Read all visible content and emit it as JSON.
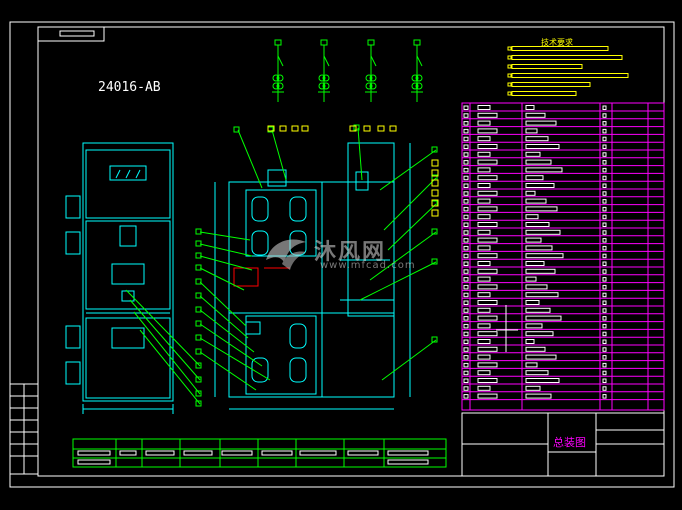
{
  "drawing": {
    "model_label": "24016-AB",
    "title_block_name": "总装图",
    "notes_heading": "技术要求",
    "background": "#000000",
    "colors": {
      "frame": "#ffffff",
      "geometry": "#00ffff",
      "leaders": "#00ff00",
      "table": "#ff00ff",
      "labels": "#ffff00",
      "highlight": "#ff0000"
    }
  },
  "watermark": {
    "logo_icon": "bird-logo-icon",
    "text": "沐风网",
    "url": "www.mfcad.com"
  }
}
